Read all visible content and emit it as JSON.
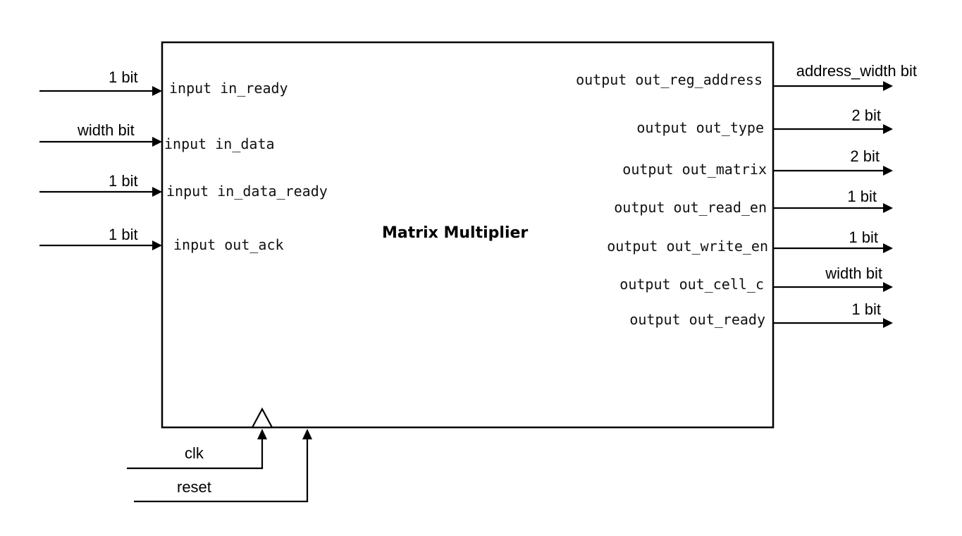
{
  "block": {
    "title": "Matrix Multiplier"
  },
  "inputs": [
    {
      "id": "in_ready",
      "kw": "input",
      "name": "in_ready",
      "width": "1 bit"
    },
    {
      "id": "in_data",
      "kw": "input",
      "name": "in_data",
      "width": "width bit"
    },
    {
      "id": "in_data_ready",
      "kw": "input",
      "name": "in_data_ready",
      "width": "1 bit"
    },
    {
      "id": "out_ack",
      "kw": "input",
      "name": "out_ack",
      "width": "1 bit"
    }
  ],
  "outputs": [
    {
      "id": "out_reg_address",
      "kw": "output",
      "name": "out_reg_address",
      "width": "address_width bit"
    },
    {
      "id": "out_type",
      "kw": "output",
      "name": "out_type",
      "width": "2 bit"
    },
    {
      "id": "out_matrix",
      "kw": "output",
      "name": "out_matrix",
      "width": "2 bit"
    },
    {
      "id": "out_read_en",
      "kw": "output",
      "name": "out_read_en",
      "width": "1 bit"
    },
    {
      "id": "out_write_en",
      "kw": "output",
      "name": "out_write_en",
      "width": "1 bit"
    },
    {
      "id": "out_cell_c",
      "kw": "output",
      "name": "out_cell_c",
      "width": "width bit"
    },
    {
      "id": "out_ready",
      "kw": "output",
      "name": "out_ready",
      "width": "1 bit"
    }
  ],
  "control": [
    {
      "id": "clk",
      "label": "clk"
    },
    {
      "id": "reset",
      "label": "reset"
    }
  ]
}
